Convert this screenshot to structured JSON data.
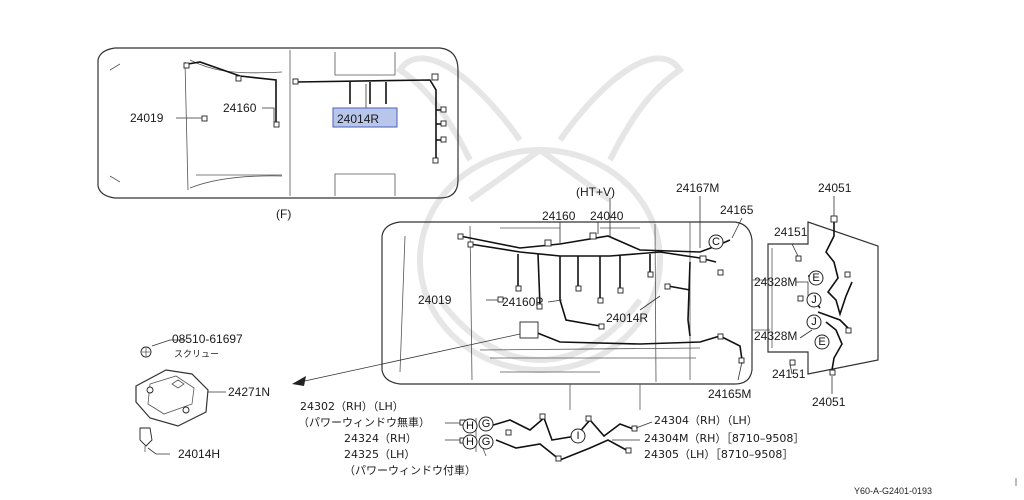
{
  "top_view": {
    "caption": "(F)",
    "labels": {
      "p24019": "24019",
      "p24160": "24160",
      "p24014r": "24014R"
    }
  },
  "bottom_view": {
    "variant": "(HT+V)",
    "labels": {
      "p24167m": "24167M",
      "p24165": "24165",
      "p24051_top": "24051",
      "p24160": "24160",
      "p24040": "24040",
      "p24151_top": "24151",
      "p24328m_top": "24328M",
      "p24019": "24019",
      "p24160p": "24160P",
      "p24014r": "24014R",
      "p24328m_bot": "24328M",
      "p24151_bot": "24151",
      "p24165m": "24165M",
      "p24051_bot": "24051"
    },
    "connector_letters": {
      "e": "E",
      "j": "J",
      "c": "C"
    }
  },
  "clip_detail": {
    "screw_part": "08510-61697",
    "screw_name": "スクリュー",
    "cover_part": "24271N",
    "harness_part": "24014H"
  },
  "door_harness": {
    "line1": "24302（RH）（LH）",
    "line2": "（パワーウィンドウ無車）",
    "line3": "24324（RH）",
    "line4": "24325（LH）",
    "line5": "（パワーウィンドウ付車）",
    "right1": "24304（RH）（LH）",
    "right2": "24304M（RH）［8710–9508］",
    "right3": "24305（LH）［8710–9508］",
    "letters": {
      "h": "H",
      "g": "G",
      "i": "I"
    }
  },
  "footer": {
    "figure_id": "Y60-A-G2401-0193"
  },
  "colors": {
    "highlight_fill": "#b8c6ec",
    "highlight_stroke": "#4a60b8",
    "line": "#222222"
  }
}
